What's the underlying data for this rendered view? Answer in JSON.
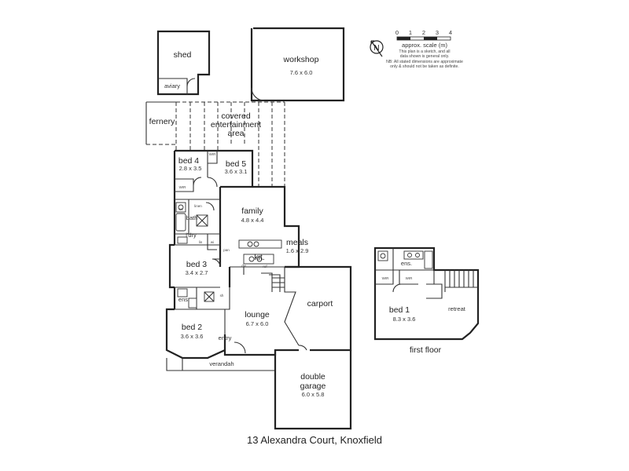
{
  "caption": "13 Alexandra Court, Knoxfield",
  "scale": {
    "ticks": [
      "0",
      "1",
      "2",
      "3",
      "4"
    ],
    "label": "approx. scale (m)",
    "notes": [
      "This plan is a sketch, and all",
      "data shown is general only.",
      "NB: All stated dimensions are approximate",
      "only & should not be taken as definite."
    ]
  },
  "compass": "N",
  "rooms": {
    "shed": "shed",
    "aviary": "aviary",
    "workshop": "workshop",
    "workshop_dim": "7.6 x 6.0",
    "fernery": "fernery",
    "covered": [
      "covered",
      "entertainment",
      "area"
    ],
    "bed4": "bed 4",
    "bed4_dim": "2.8 x 3.5",
    "bed5": "bed 5",
    "bed5_dim": "3.6 x 3.1",
    "family": "family",
    "family_dim": "4.8 x 4.4",
    "meals": "meals",
    "meals_dim": "1.6 x 2.9",
    "kit": "kit.",
    "bath": "bath",
    "ldry": "l'dry",
    "bed3": "bed 3",
    "bed3_dim": "3.4 x 2.7",
    "ens": "ens.",
    "lounge": "lounge",
    "lounge_dim": "6.7 x 6.0",
    "carport": "carport",
    "bed2": "bed 2",
    "bed2_dim": "3.6 x 3.6",
    "entry": "entry",
    "verandah": "verandah",
    "garage": [
      "double",
      "garage"
    ],
    "garage_dim": "6.0 x 5.8",
    "bed1": "bed 1",
    "bed1_dim": "8.3 x 3.6",
    "retreat": "retreat",
    "ens_up": "ens.",
    "first_floor": "first floor",
    "wir": "WIR",
    "wir2": "WIR",
    "wir_up1": "WIR",
    "wir_up2": "WIR",
    "linen": "linen",
    "lin": "lin",
    "wc": "wc",
    "pan": "pan",
    "dw": "dw",
    "ref": "ref",
    "wi": "wi",
    "sh": "sh"
  }
}
